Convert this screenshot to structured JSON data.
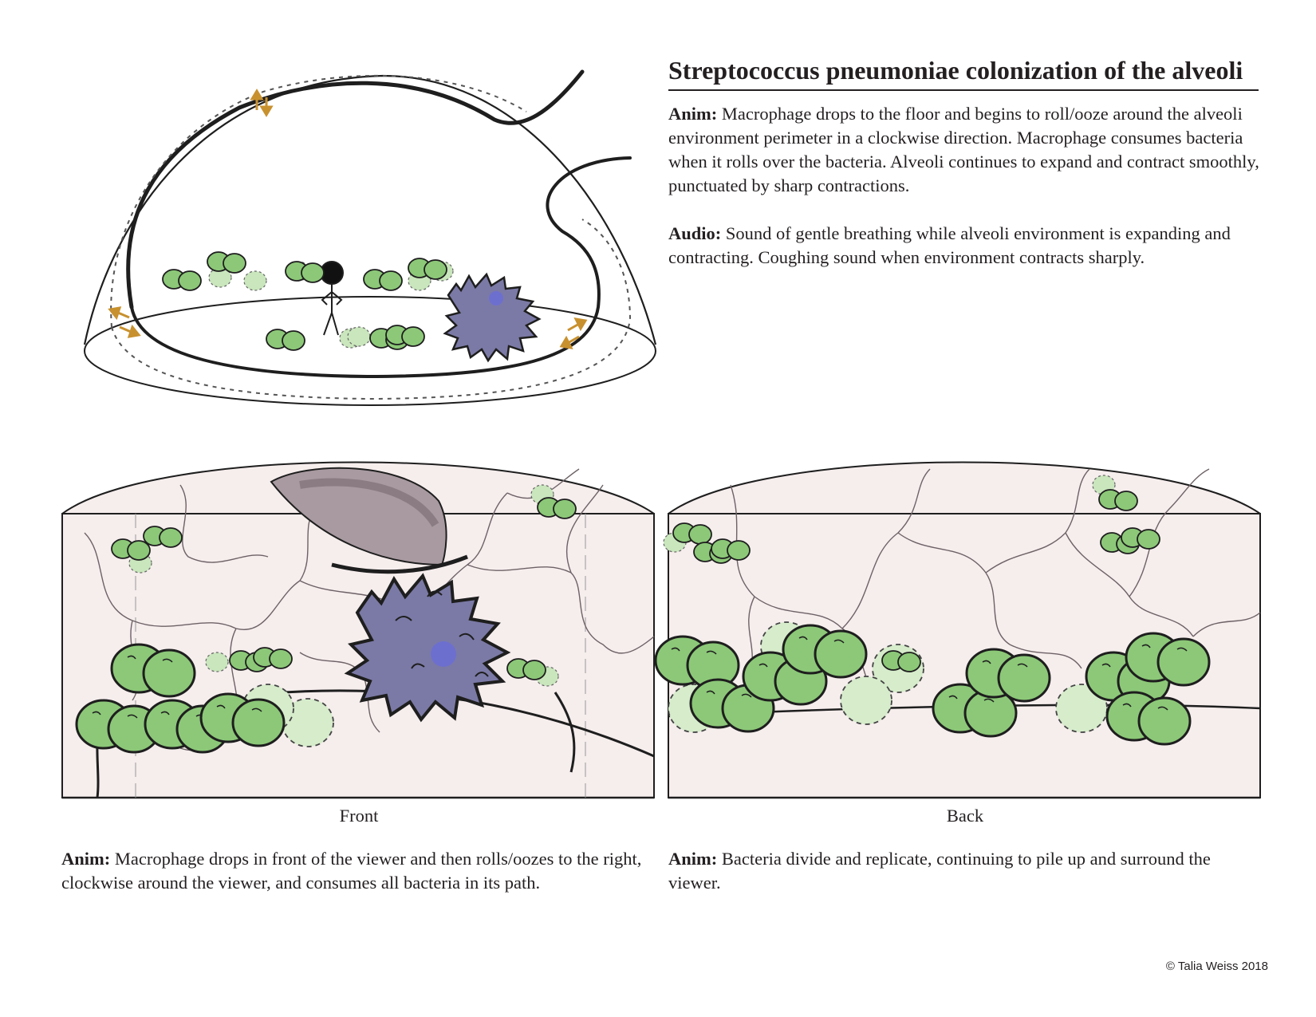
{
  "title": "Streptococcus pneumoniae colonization of the alveoli",
  "top_panel": {
    "anim_label": "Anim:",
    "anim_text": "Macrophage drops to the floor and begins to roll/ooze around the alveoli environment perimeter in a clockwise direction. Macrophage consumes bacteria when it rolls over the bacteria. Alveoli continues to expand and contract smoothly, punctuated by sharp contractions.",
    "audio_label": "Audio:",
    "audio_text": "Sound of gentle breathing while alveoli environment is expanding and contracting. Coughing sound when environment contracts sharply."
  },
  "front_panel": {
    "label": "Front",
    "anim_label": "Anim:",
    "anim_text": "Macrophage drops in front of the viewer and then rolls/oozes to the right, clockwise around the viewer, and consumes all bacteria in its path."
  },
  "back_panel": {
    "label": "Back",
    "anim_label": "Anim:",
    "anim_text": "Bacteria divide and replicate, continuing to pile up and surround the viewer."
  },
  "copyright": "© Talia Weiss 2018",
  "colors": {
    "bacteria": "#8cc878",
    "bacteria_outline": "#1e1e1e",
    "macrophage": "#7b7aa6",
    "macrophage_nucleus": "#6d6fcf",
    "tissue": "#f6eded",
    "arrow": "#c8912f",
    "epithelial_cell": "#a89aa0"
  }
}
